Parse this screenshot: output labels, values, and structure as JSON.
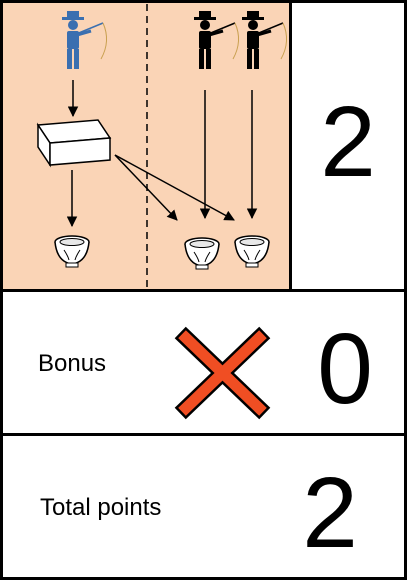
{
  "score": {
    "value": "2"
  },
  "bonus": {
    "label": "Bonus",
    "value": "0",
    "icon": "red-cross-icon",
    "icon_color": "#f04e23"
  },
  "total": {
    "label": "Total points",
    "value": "2"
  },
  "scene": {
    "background": "#fad4b6",
    "fisher_colors": {
      "highlighted": "#3a6fb0",
      "others": "#000000"
    },
    "icons": [
      "fisher-icon",
      "box-icon",
      "bowl-icon",
      "arrow-icon"
    ]
  }
}
